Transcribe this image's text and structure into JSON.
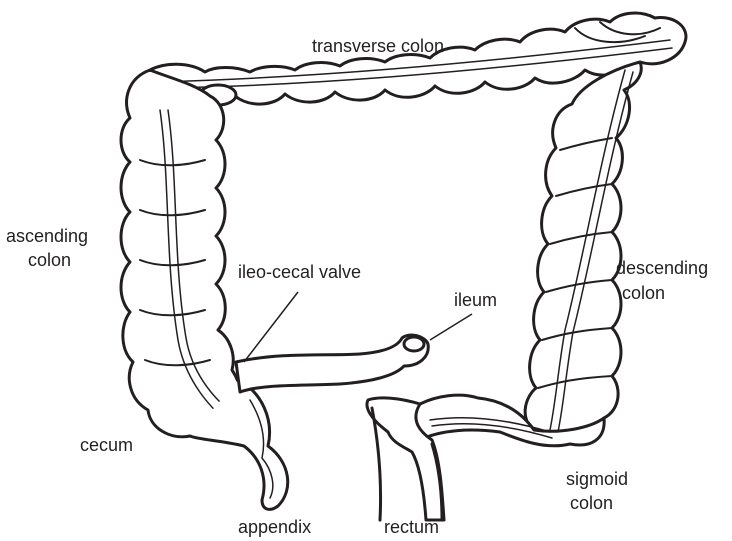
{
  "labels": {
    "transverse": "transverse colon",
    "ascending_1": "ascending",
    "ascending_2": "colon",
    "ileocecal": "ileo-cecal valve",
    "ileum": "ileum",
    "descending_1": "descending",
    "descending_2": "colon",
    "cecum": "cecum",
    "sigmoid_1": "sigmoid",
    "sigmoid_2": "colon",
    "appendix": "appendix",
    "rectum": "rectum"
  },
  "colors": {
    "ink": "#231f20",
    "fill": "#ffffff"
  }
}
